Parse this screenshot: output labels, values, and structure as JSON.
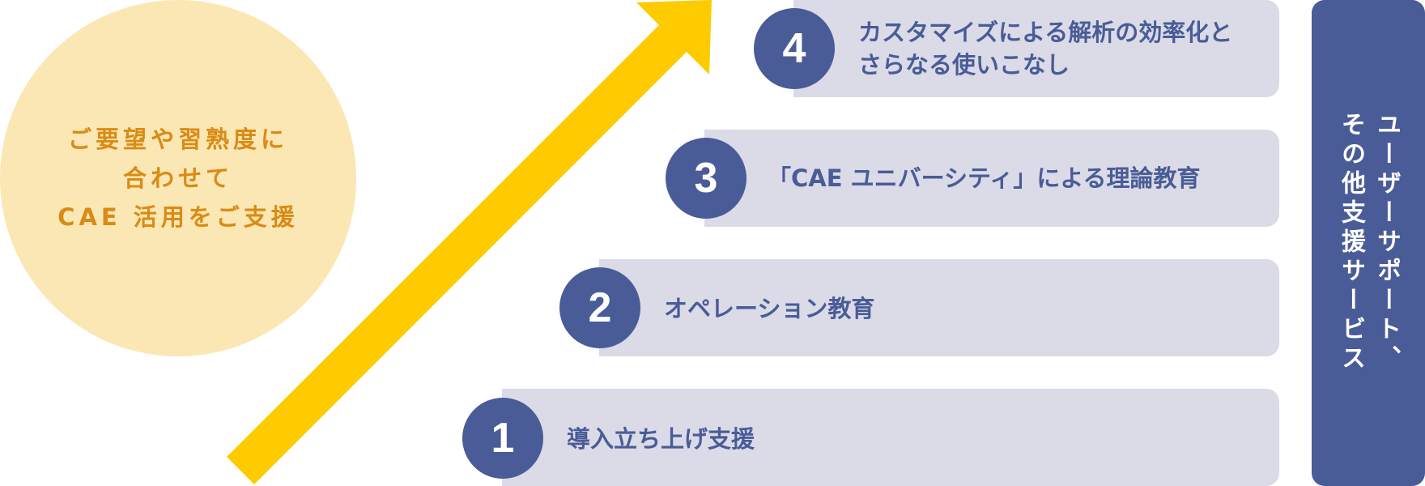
{
  "colors": {
    "accent_navy": "#4a5c97",
    "step_bg": "#dadbe7",
    "circle_bg": "#fbe7b3",
    "circle_text": "#d98b15",
    "arrow": "#fdcb00",
    "step_text": "#4a5c97"
  },
  "circle": {
    "lines": [
      "ご要望や習熟度に",
      "合わせて",
      "CAE 活用をご支援"
    ]
  },
  "steps": [
    {
      "number": "1",
      "lines": [
        "導入立ち上げ支援"
      ]
    },
    {
      "number": "2",
      "lines": [
        "オペレーション教育"
      ]
    },
    {
      "number": "3",
      "lines": [
        "「CAE ユニバーシティ」による理論教育"
      ]
    },
    {
      "number": "4",
      "lines": [
        "カスタマイズによる解析の効率化と",
        "さらなる使いこなし"
      ]
    }
  ],
  "side_panel": {
    "lines": [
      "ユーザーサポート、",
      "その他支援サービス"
    ]
  },
  "icons": {
    "arrow": "up-right-arrow-icon"
  }
}
